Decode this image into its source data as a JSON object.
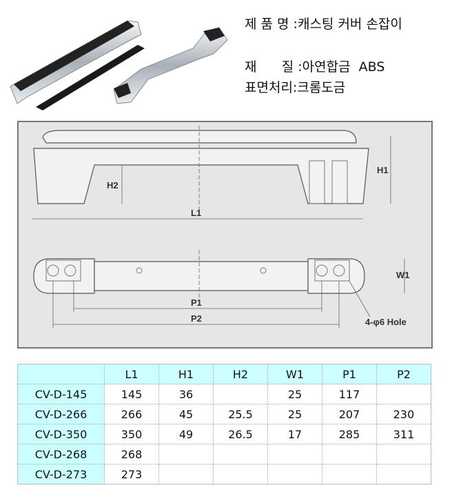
{
  "spec": {
    "name_label": "제 품 명 :",
    "name_value": "캐스팅 커버 손잡이",
    "material_label": "재      질 :",
    "material_value": "아연합금  ABS",
    "finish_label": "표면처리:",
    "finish_value": "크롬도금"
  },
  "drawing": {
    "labels": {
      "h1": "H1",
      "h2": "H2",
      "l1": "L1",
      "w1": "W1",
      "p1": "P1",
      "p2": "P2",
      "hole": "4-φ6 Hole"
    }
  },
  "table": {
    "headers": [
      "",
      "L1",
      "H1",
      "H2",
      "W1",
      "P1",
      "P2"
    ],
    "rows": [
      [
        "CV-D-145",
        "145",
        "36",
        "",
        "25",
        "117",
        ""
      ],
      [
        "CV-D-266",
        "266",
        "45",
        "25.5",
        "25",
        "207",
        "230"
      ],
      [
        "CV-D-350",
        "350",
        "49",
        "26.5",
        "17",
        "285",
        "311"
      ],
      [
        "CV-D-268",
        "268",
        "",
        "",
        "",
        "",
        ""
      ],
      [
        "CV-D-273",
        "273",
        "",
        "",
        "",
        "",
        ""
      ]
    ]
  }
}
